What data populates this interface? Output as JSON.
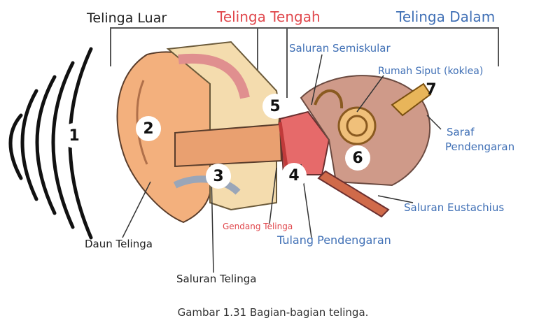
{
  "headers": {
    "outer": "Telinga Luar",
    "middle": "Telinga Tengah",
    "inner": "Telinga Dalam"
  },
  "labels": {
    "semicircular": "Saluran Semiskular",
    "cochlea": "Rumah Siput (koklea)",
    "nerve_line1": "Saraf",
    "nerve_line2": "Pendengaran",
    "eustachian": "Saluran Eustachius",
    "eardrum": "Gendang Telinga",
    "ossicles": "Tulang Pendengaran",
    "pinna": "Daun Telinga",
    "canal": "Saluran Telinga"
  },
  "numbers": [
    "1",
    "2",
    "3",
    "4",
    "5",
    "6",
    "7"
  ],
  "caption": "Gambar 1.31 Bagian-bagian telinga.",
  "colors": {
    "outer_header": "#222222",
    "middle_header": "#e0474c",
    "inner_header": "#3f6fb5",
    "skin": "#f3b07d",
    "bone": "#f4dcae",
    "inner_tissue": "#cf9a89",
    "middle_ear": "#e66a6a"
  }
}
